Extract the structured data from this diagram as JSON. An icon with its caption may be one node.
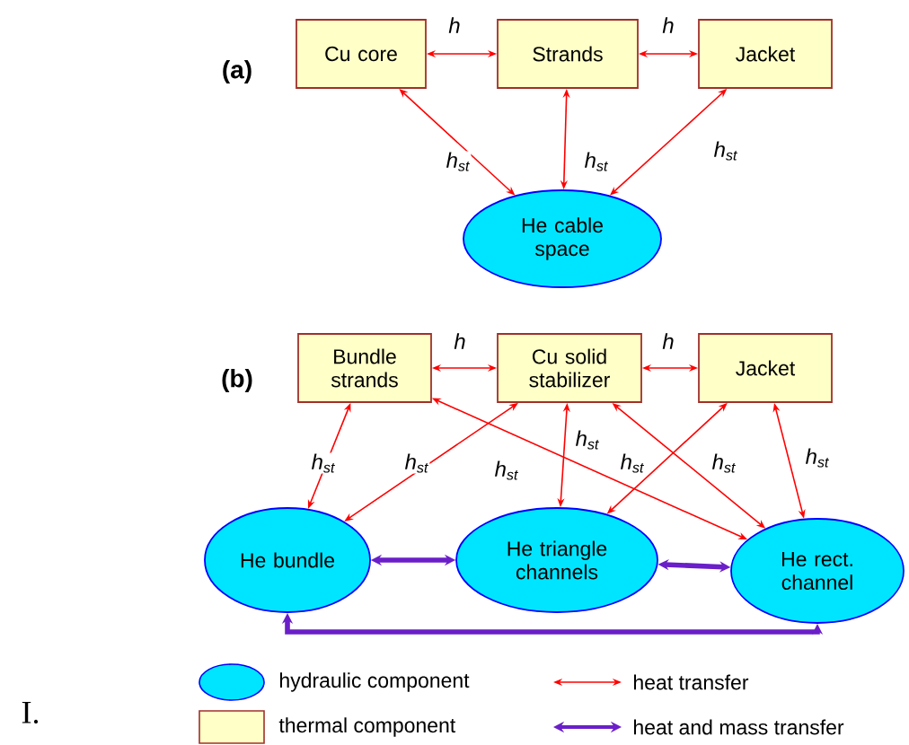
{
  "diagram": {
    "nodes": [
      {
        "text": [
          "Cu core"
        ]
      },
      {
        "text": [
          "Strands"
        ]
      },
      {
        "text": [
          "Jacket"
        ]
      },
      {
        "text": [
          "He cable space"
        ]
      },
      {
        "text": [
          "Bundle strands"
        ]
      },
      {
        "text": [
          "Cu solid stabilizer"
        ]
      },
      {
        "text": [
          "Jacket"
        ]
      },
      {
        "text": [
          "He bundle"
        ]
      },
      {
        "text": [
          "He triangle channels"
        ]
      },
      {
        "text": [
          "He rect. channel"
        ]
      }
    ],
    "edges": [
      {
        "from": 0,
        "to": 1,
        "arrow": "both",
        "label": "h"
      },
      {
        "from": 1,
        "to": 2,
        "arrow": "both",
        "label": "h"
      },
      {
        "from": 0,
        "to": 3,
        "arrow": "both",
        "label": "h$_{st}$"
      },
      {
        "from": 1,
        "to": 3,
        "arrow": "both",
        "label": "h$_{st}$"
      },
      {
        "from": 2,
        "to": 3,
        "arrow": "both",
        "label": "h$_{st}$"
      },
      {
        "from": 4,
        "to": 5,
        "arrow": "both",
        "label": "h"
      },
      {
        "from": 5,
        "to": 6,
        "arrow": "both",
        "label": "h"
      },
      {
        "from": 4,
        "to": 7,
        "arrow": "both",
        "label": "h$_{st}$"
      },
      {
        "from": 5,
        "to": 7,
        "arrow": "both",
        "label": "h$_{st}$"
      },
      {
        "from": 4,
        "to": 9,
        "arrow": "both",
        "label": "h$_{st}$"
      },
      {
        "from": 5,
        "to": 8,
        "arrow": "both",
        "label": "h$_{st}$"
      },
      {
        "from": 6,
        "to": 8,
        "arrow": "both",
        "label": "h$_{st}$"
      },
      {
        "from": 5,
        "to": 9,
        "arrow": "both",
        "label": "h$_{st}$"
      },
      {
        "from": 6,
        "to": 9,
        "arrow": "both",
        "label": "h$_{st}$"
      },
      {
        "from": 7,
        "to": 8,
        "arrow": "both",
        "style": "thick",
        "color": "#6a1fc8"
      },
      {
        "from": 8,
        "to": 9,
        "arrow": "both",
        "style": "thick",
        "color": "#6a1fc8"
      },
      {
        "from": 7,
        "to": 9,
        "arrow": "both",
        "style": "thick",
        "color": "#6a1fc8"
      }
    ],
    "labels": [
      "(a)",
      "(b)",
      "I."
    ],
    "legend": [
      {
        "text": "hydraulic component",
        "color": "#00e5ff"
      },
      {
        "text": "thermal component",
        "color": "#ffffc8"
      },
      {
        "text": "heat transfer"
      },
      {
        "text": "heat and mass transfer"
      }
    ]
  }
}
